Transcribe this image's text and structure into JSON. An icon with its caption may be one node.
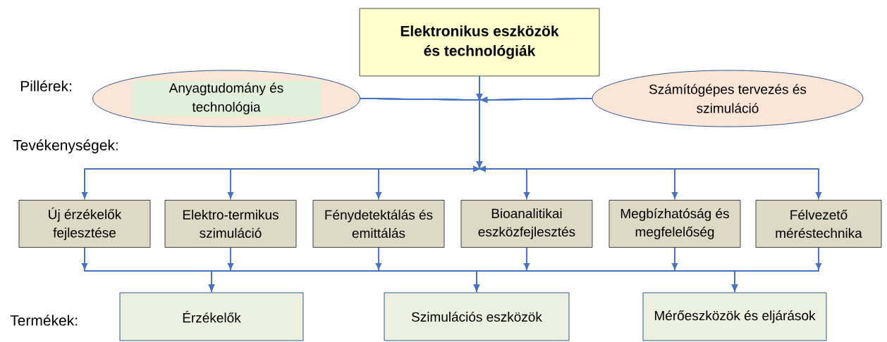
{
  "diagram": {
    "nodes": [
      {
        "text": [
          "Elektronikus eszközök és technológiák"
        ]
      },
      {
        "text": [
          "Anyagtudomány és technológia"
        ]
      },
      {
        "text": [
          "Számítógépes tervezés és szimuláció"
        ]
      },
      {
        "text": [
          "Új érzékelők fejlesztése"
        ]
      },
      {
        "text": [
          "Elektro-termikus szimuláció"
        ]
      },
      {
        "text": [
          "Fénydetektálás és emittálás"
        ]
      },
      {
        "text": [
          "Bioanalitikai eszközfejlesztés"
        ]
      },
      {
        "text": [
          "Megbízhatóság és megfelelőség"
        ]
      },
      {
        "text": [
          "Félvezető méréstechnika"
        ]
      },
      {
        "text": [
          "Érzékelők"
        ]
      },
      {
        "text": [
          "Szimulációs eszközök"
        ]
      },
      {
        "text": [
          "Mérőeszközök és eljárások"
        ]
      }
    ],
    "edges": [
      {
        "from": 0,
        "to": 3,
        "arrow": "to"
      },
      {
        "from": 0,
        "to": 4,
        "arrow": "to"
      },
      {
        "from": 0,
        "to": 5,
        "arrow": "to"
      },
      {
        "from": 0,
        "to": 6,
        "arrow": "to"
      },
      {
        "from": 0,
        "to": 7,
        "arrow": "to"
      },
      {
        "from": 0,
        "to": 8,
        "arrow": "to"
      },
      {
        "from": 1,
        "to": 3,
        "arrow": "to"
      },
      {
        "from": 1,
        "to": 4,
        "arrow": "to"
      },
      {
        "from": 1,
        "to": 5,
        "arrow": "to"
      },
      {
        "from": 1,
        "to": 6,
        "arrow": "to"
      },
      {
        "from": 1,
        "to": 7,
        "arrow": "to"
      },
      {
        "from": 1,
        "to": 8,
        "arrow": "to"
      },
      {
        "from": 2,
        "to": 3,
        "arrow": "to"
      },
      {
        "from": 2,
        "to": 4,
        "arrow": "to"
      },
      {
        "from": 2,
        "to": 5,
        "arrow": "to"
      },
      {
        "from": 2,
        "to": 6,
        "arrow": "to"
      },
      {
        "from": 2,
        "to": 7,
        "arrow": "to"
      },
      {
        "from": 2,
        "to": 8,
        "arrow": "to"
      },
      {
        "from": 3,
        "to": 9,
        "arrow": "to"
      },
      {
        "from": 3,
        "to": 10,
        "arrow": "to"
      },
      {
        "from": 3,
        "to": 11,
        "arrow": "to"
      },
      {
        "from": 4,
        "to": 9,
        "arrow": "to"
      },
      {
        "from": 4,
        "to": 10,
        "arrow": "to"
      },
      {
        "from": 4,
        "to": 11,
        "arrow": "to"
      },
      {
        "from": 5,
        "to": 9,
        "arrow": "to"
      },
      {
        "from": 5,
        "to": 10,
        "arrow": "to"
      },
      {
        "from": 5,
        "to": 11,
        "arrow": "to"
      },
      {
        "from": 6,
        "to": 9,
        "arrow": "to"
      },
      {
        "from": 6,
        "to": 10,
        "arrow": "to"
      },
      {
        "from": 6,
        "to": 11,
        "arrow": "to"
      },
      {
        "from": 7,
        "to": 9,
        "arrow": "to"
      },
      {
        "from": 7,
        "to": 10,
        "arrow": "to"
      },
      {
        "from": 7,
        "to": 11,
        "arrow": "to"
      },
      {
        "from": 8,
        "to": 9,
        "arrow": "to"
      },
      {
        "from": 8,
        "to": 10,
        "arrow": "to"
      },
      {
        "from": 8,
        "to": 11,
        "arrow": "to"
      }
    ],
    "labels": [
      "Pillérek:",
      "Tevékenységek:",
      "Termékek:"
    ]
  }
}
